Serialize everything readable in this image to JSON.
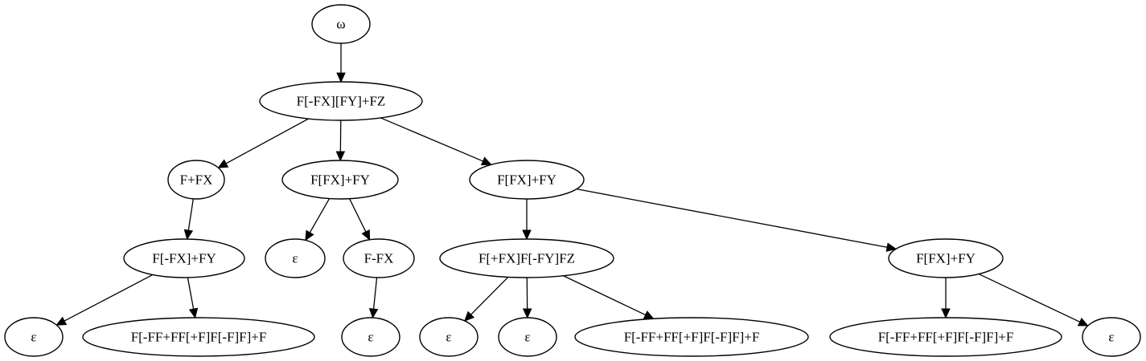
{
  "diagram": {
    "type": "tree",
    "nodes": [
      {
        "id": "root",
        "label": "ω"
      },
      {
        "id": "n1",
        "label": "F[-FX][FY]+FZ"
      },
      {
        "id": "n2",
        "label": "F+FX"
      },
      {
        "id": "n3",
        "label": "F[FX]+FY"
      },
      {
        "id": "n4",
        "label": "F[FX]+FY"
      },
      {
        "id": "n5",
        "label": "F[-FX]+FY"
      },
      {
        "id": "n6",
        "label": "ε"
      },
      {
        "id": "n7",
        "label": "F-FX"
      },
      {
        "id": "n8",
        "label": "F[+FX]F[-FY]FZ"
      },
      {
        "id": "n9",
        "label": "F[FX]+FY"
      },
      {
        "id": "n10",
        "label": "ε"
      },
      {
        "id": "n11",
        "label": "F[-FF+FF[+F]F[-F]F]+F"
      },
      {
        "id": "n12",
        "label": "ε"
      },
      {
        "id": "n13",
        "label": "ε"
      },
      {
        "id": "n14",
        "label": "ε"
      },
      {
        "id": "n15",
        "label": "F[-FF+FF[+F]F[-F]F]+F"
      },
      {
        "id": "n16",
        "label": "F[-FF+FF[+F]F[-F]F]+F"
      },
      {
        "id": "n17",
        "label": "ε"
      }
    ],
    "edges": [
      {
        "from": "root",
        "to": "n1"
      },
      {
        "from": "n1",
        "to": "n2"
      },
      {
        "from": "n1",
        "to": "n3"
      },
      {
        "from": "n1",
        "to": "n4"
      },
      {
        "from": "n2",
        "to": "n5"
      },
      {
        "from": "n3",
        "to": "n6"
      },
      {
        "from": "n3",
        "to": "n7"
      },
      {
        "from": "n4",
        "to": "n8"
      },
      {
        "from": "n4",
        "to": "n9"
      },
      {
        "from": "n5",
        "to": "n10"
      },
      {
        "from": "n5",
        "to": "n11"
      },
      {
        "from": "n7",
        "to": "n12"
      },
      {
        "from": "n8",
        "to": "n13"
      },
      {
        "from": "n8",
        "to": "n14"
      },
      {
        "from": "n8",
        "to": "n15"
      },
      {
        "from": "n9",
        "to": "n16"
      },
      {
        "from": "n9",
        "to": "n17"
      }
    ]
  }
}
